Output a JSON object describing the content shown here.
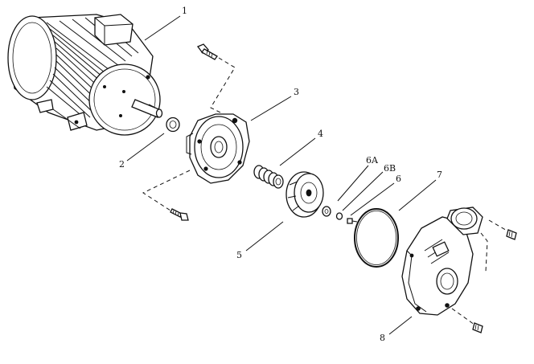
{
  "diagram": {
    "callouts": [
      {
        "id": "1",
        "label": "1"
      },
      {
        "id": "2",
        "label": "2"
      },
      {
        "id": "3",
        "label": "3"
      },
      {
        "id": "4",
        "label": "4"
      },
      {
        "id": "5",
        "label": "5"
      },
      {
        "id": "6A",
        "label": "6A"
      },
      {
        "id": "6B",
        "label": "6B"
      },
      {
        "id": "6",
        "label": "6"
      },
      {
        "id": "7",
        "label": "7"
      },
      {
        "id": "8",
        "label": "8"
      }
    ]
  }
}
